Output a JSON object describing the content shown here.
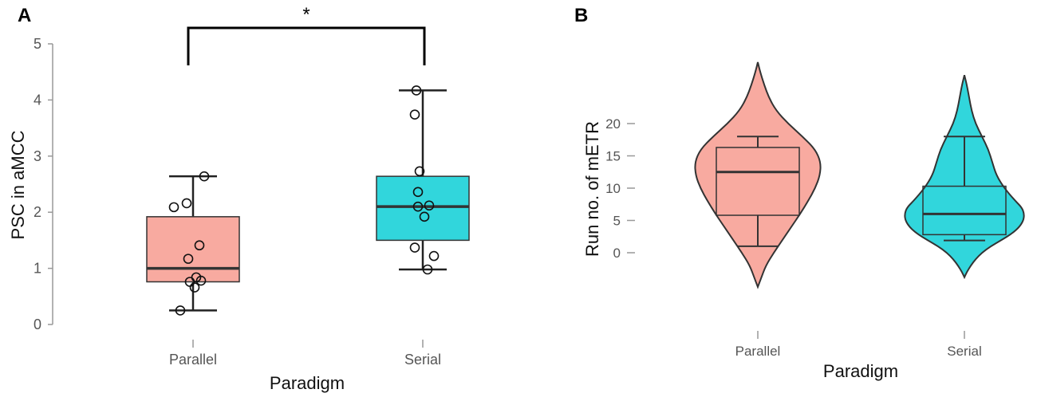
{
  "panels": {
    "a": {
      "letter": "A",
      "significance": "*",
      "chart_data": {
        "type": "box",
        "categories": [
          "Parallel",
          "Serial"
        ],
        "xlabel": "Paradigm",
        "ylabel": "PSC in aMCC",
        "ylim": [
          0,
          5
        ],
        "yticks": [
          "0",
          "1",
          "2",
          "3",
          "4",
          "5"
        ],
        "grid": false,
        "boxes": [
          {
            "category": "Parallel",
            "color": "#f8aaa0",
            "whisker_low": 0.25,
            "q1": 0.76,
            "median": 1.0,
            "q3": 1.92,
            "whisker_high": 2.64,
            "points": [
              2.64,
              2.16,
              2.09,
              1.41,
              1.17,
              0.84,
              0.78,
              0.76,
              0.66,
              0.25
            ]
          },
          {
            "category": "Serial",
            "color": "#31d6dc",
            "whisker_low": 0.98,
            "q1": 1.5,
            "median": 2.1,
            "q3": 2.64,
            "whisker_high": 4.17,
            "points": [
              4.17,
              3.74,
              2.73,
              2.36,
              2.12,
              2.1,
              1.92,
              1.37,
              1.22,
              0.98
            ]
          }
        ]
      }
    },
    "b": {
      "letter": "B",
      "chart_data": {
        "type": "violin",
        "categories": [
          "Parallel",
          "Serial"
        ],
        "xlabel": "Paradigm",
        "ylabel": "Run no. of mETR",
        "ylim": [
          0,
          20
        ],
        "yticks": [
          "0",
          "5",
          "10",
          "15",
          "20"
        ],
        "grid": false,
        "violins": [
          {
            "category": "Parallel",
            "color": "#f8aaa0",
            "whisker_low": 1,
            "q1": 5.8,
            "median": 12.5,
            "q3": 16.3,
            "whisker_high": 18,
            "range": [
              -5.3,
              29.5
            ]
          },
          {
            "category": "Serial",
            "color": "#31d6dc",
            "whisker_low": 1.9,
            "q1": 2.8,
            "median": 6.0,
            "q3": 10.3,
            "whisker_high": 18,
            "range": [
              -3.8,
              27.5
            ]
          }
        ]
      }
    }
  }
}
